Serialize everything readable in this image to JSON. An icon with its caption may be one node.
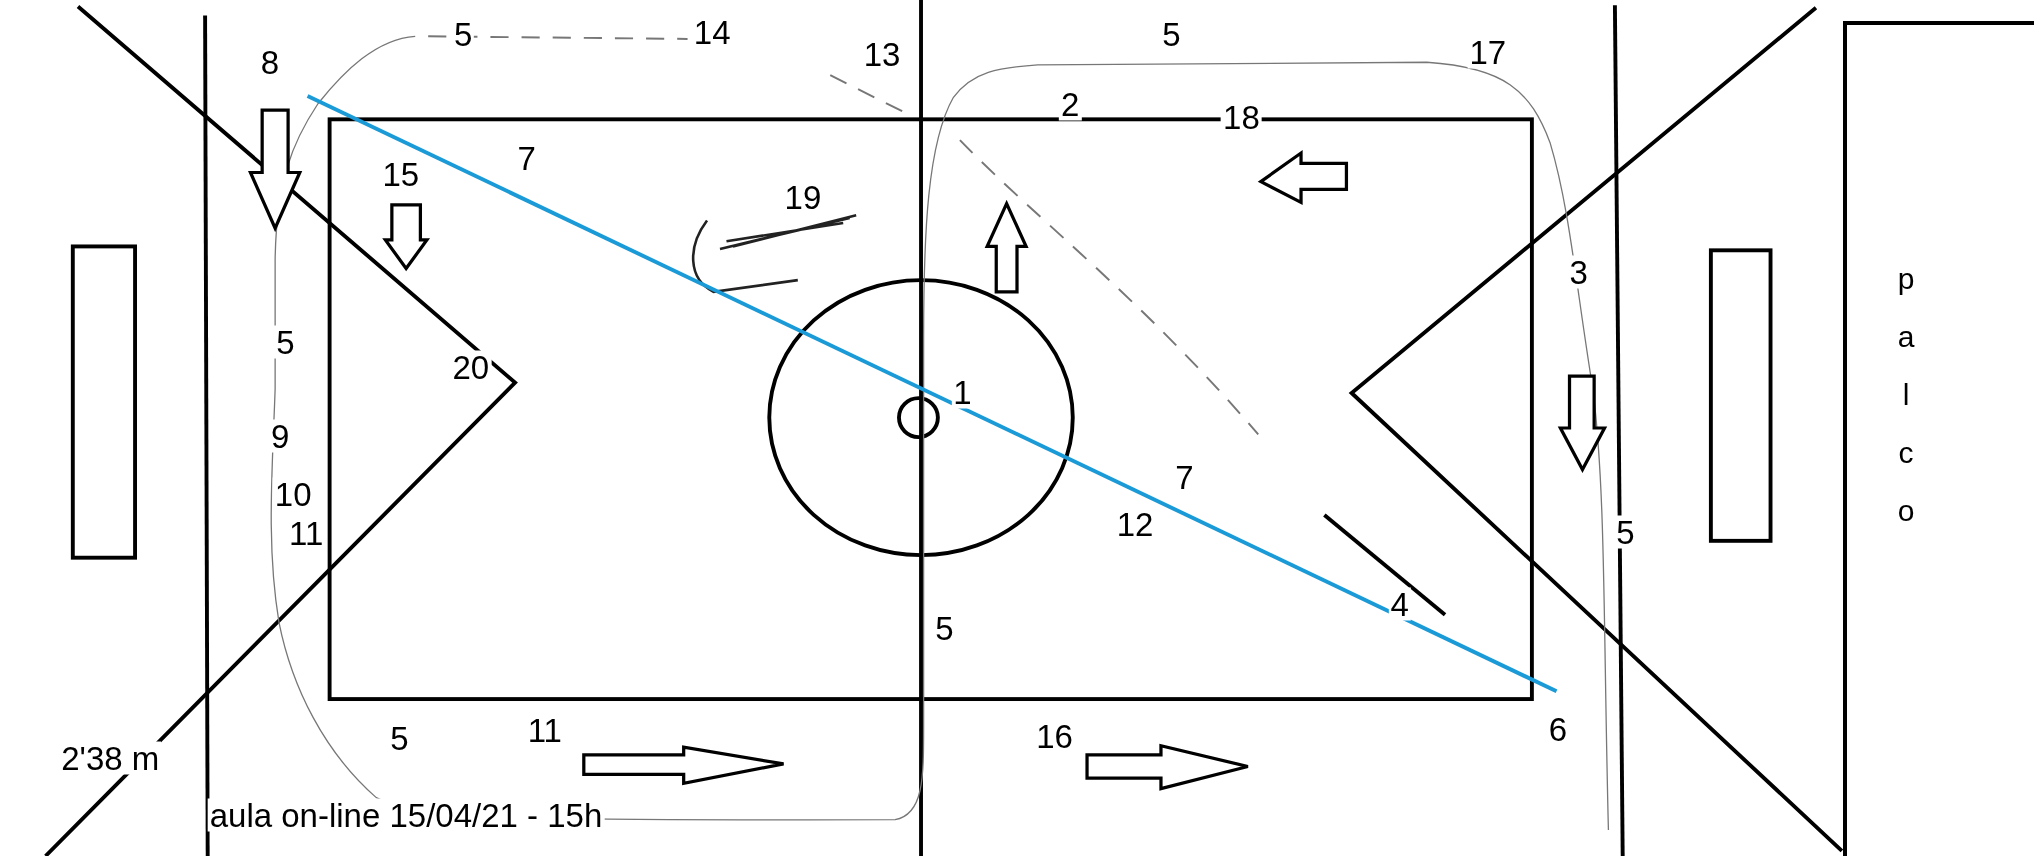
{
  "diagram": {
    "nodes": [
      {
        "text": [
          "palco"
        ]
      }
    ],
    "labels": [
      "5",
      "14",
      "5",
      "17",
      "13",
      "8",
      "2",
      "18",
      "7",
      "15",
      "19",
      "3",
      "5",
      "20",
      "1",
      "9",
      "7",
      "10",
      "5",
      "12",
      "11",
      "4",
      "5",
      "6",
      "16",
      "5",
      "11",
      "2'38 m",
      "aula on-line 15/04/21 - 15h"
    ]
  }
}
